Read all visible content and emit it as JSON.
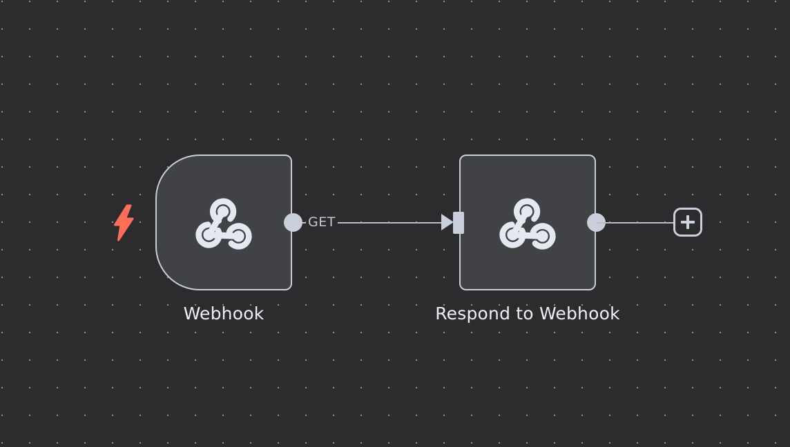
{
  "app": "workflow-editor-canvas",
  "canvas": {
    "background_color": "#2c2c2e",
    "grid_dot_color": "#8e8e8e"
  },
  "nodes": [
    {
      "name": "Webhook",
      "kind": "trigger",
      "icon": "webhook-icon",
      "has_trigger_bolt": true
    },
    {
      "name": "Respond to Webhook",
      "kind": "action",
      "icon": "webhook-icon"
    }
  ],
  "connections": [
    {
      "from": "Webhook",
      "to": "Respond to Webhook",
      "label": "GET"
    }
  ],
  "controls": {
    "add_node_button": "+"
  },
  "colors": {
    "node_fill": "#414245",
    "node_border": "#c9cfdb",
    "port": "#c9cfdb",
    "connection_line": "#b9c0cb",
    "trigger_bolt": "#ff6e59",
    "node_label_text": "#eef0f4",
    "connection_label_text": "#c5c9d2",
    "icon": "#e4e8f1"
  }
}
